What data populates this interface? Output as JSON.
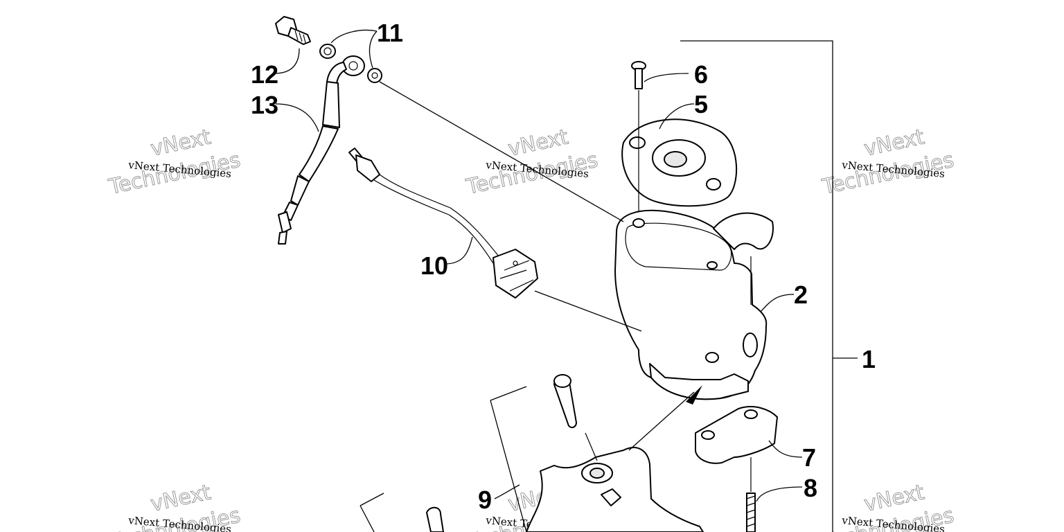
{
  "diagram": {
    "callouts": [
      "1",
      "2",
      "5",
      "6",
      "7",
      "8",
      "9",
      "10",
      "11",
      "12",
      "13"
    ],
    "watermark": {
      "small_text": "vNext Technologies",
      "big_line1": "vNext",
      "big_line2": "Technologies"
    },
    "colors": {
      "ink": "#000000",
      "shade": "#e8e8e8",
      "watermark": "#999999",
      "background": "#ffffff"
    }
  }
}
